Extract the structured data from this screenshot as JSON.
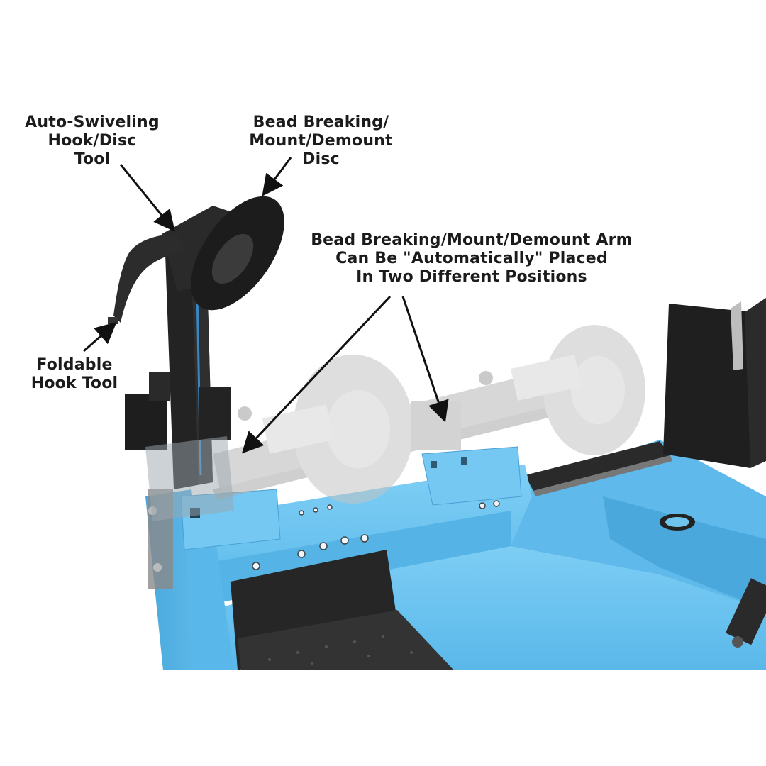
{
  "image": {
    "subject": "Blue tire changer machine with annotated tool callouts",
    "colors": {
      "background": "#ffffff",
      "machine_blue": "#6cc3ef",
      "machine_blue_shade": "#4aa8dc",
      "machine_blue_dark": "#3a8fc4",
      "black_parts": "#1f1f1f",
      "ghost_gray": "#c8c8c8",
      "label_text": "#1b1b1b"
    }
  },
  "callouts": {
    "auto_swivel": {
      "lines": [
        "Auto-Swiveling",
        "Hook/Disc",
        "Tool"
      ]
    },
    "bead_disc": {
      "lines": [
        "Bead Breaking/",
        "Mount/Demount",
        "Disc"
      ]
    },
    "foldable_hook": {
      "lines": [
        "Foldable",
        "Hook Tool"
      ]
    },
    "arm_positions": {
      "lines": [
        "Bead Breaking/Mount/Demount Arm",
        "Can Be \"Automatically\" Placed",
        "In Two Different Positions"
      ]
    }
  }
}
